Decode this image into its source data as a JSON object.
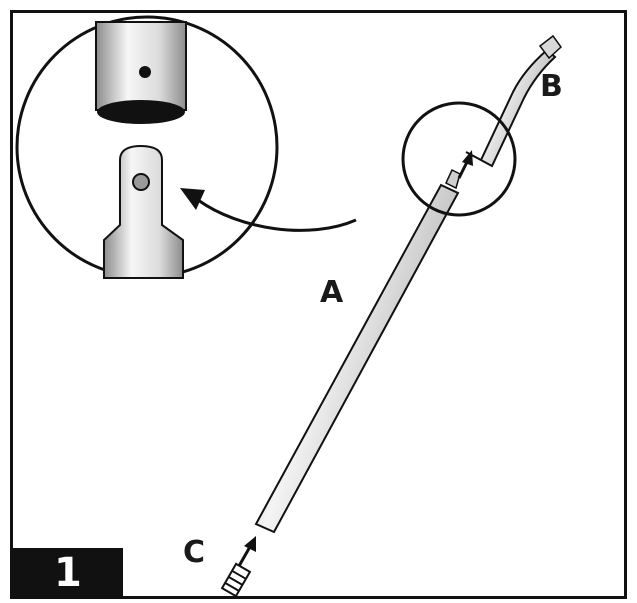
{
  "step": {
    "number": "1"
  },
  "labels": {
    "a": "A",
    "b": "B",
    "c": "C"
  },
  "colors": {
    "outline": "#111111",
    "metal_light": "#f2f2f2",
    "metal_mid": "#c9c9c9",
    "metal_dark": "#8f8f8f"
  }
}
